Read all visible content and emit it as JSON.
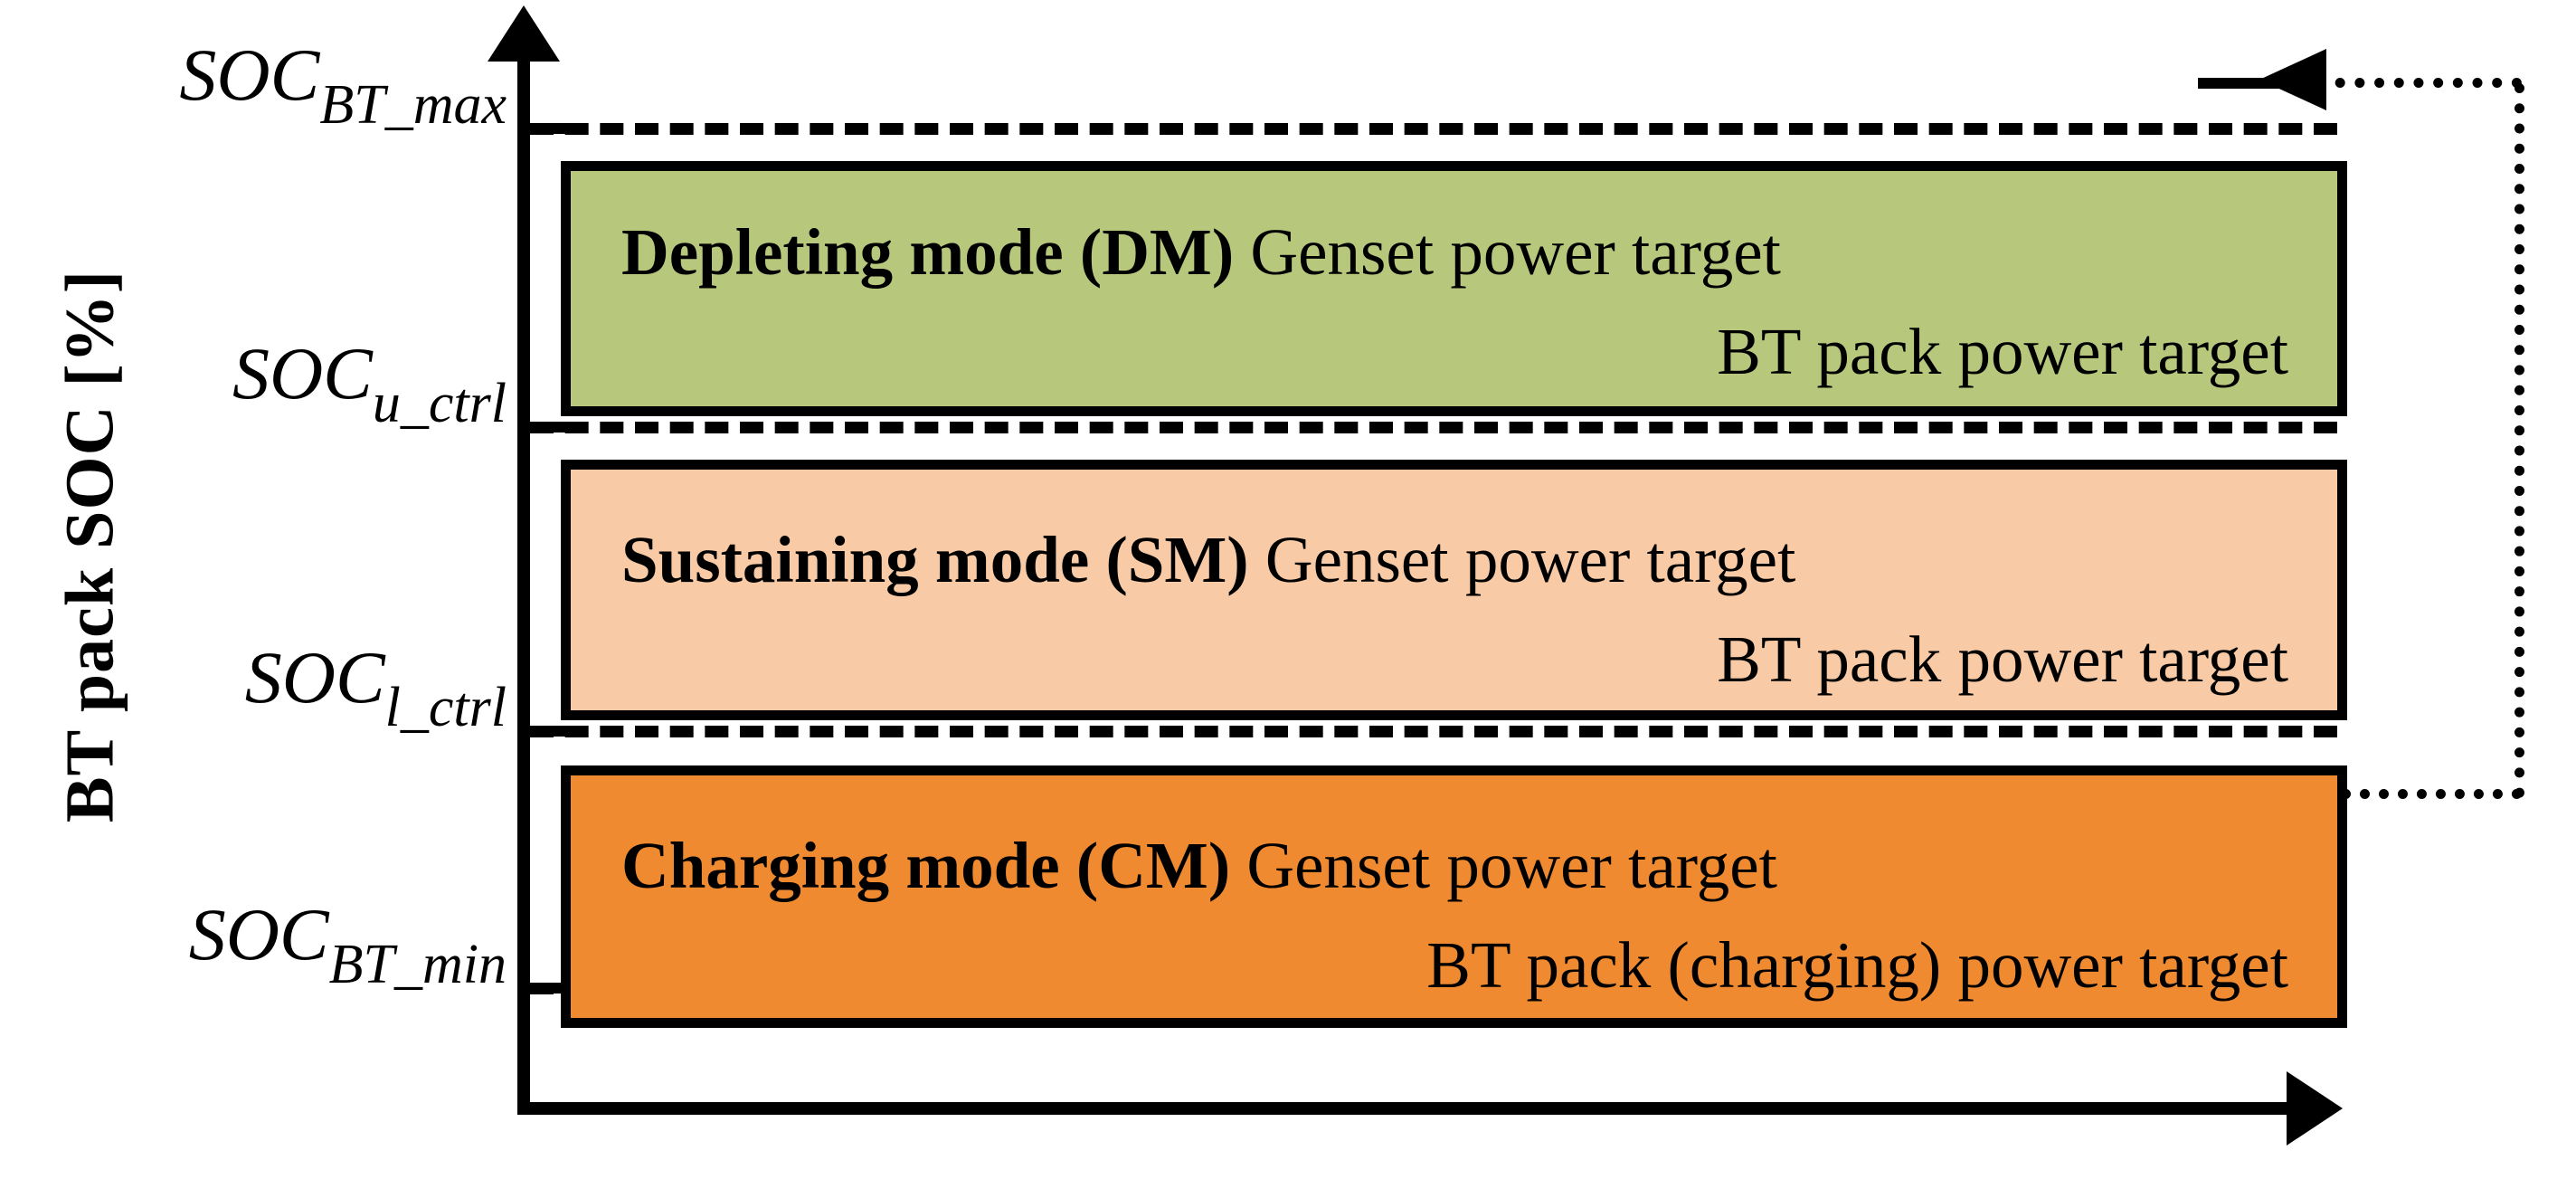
{
  "axes": {
    "y_label": "BT pack SOC [%]",
    "x_label": ""
  },
  "thresholds": [
    {
      "name": "soc-bt-max",
      "base": "SOC",
      "sub": "BT_max"
    },
    {
      "name": "soc-u-ctrl",
      "base": "SOC",
      "sub": "u_ctrl"
    },
    {
      "name": "soc-l-ctrl",
      "base": "SOC",
      "sub": "l_ctrl"
    },
    {
      "name": "soc-bt-min",
      "base": "SOC",
      "sub": "BT_min"
    }
  ],
  "modes": [
    {
      "id": "depleting-mode",
      "title": "Depleting mode (DM)",
      "line1_rest": " Genset power target",
      "line2": "BT pack power target",
      "color": "#b7c87d"
    },
    {
      "id": "sustaining-mode",
      "title": "Sustaining mode (SM)",
      "line1_rest": " Genset power target",
      "line2": "BT pack power target",
      "color": "#f8caa5"
    },
    {
      "id": "charging-mode",
      "title": "Charging mode (CM)",
      "line1_rest": " Genset power target",
      "line2": "BT pack (charging) power target",
      "color": "#ef8a31"
    }
  ],
  "feedback": {
    "name": "charging-to-max-feedback-loop",
    "style": "dotted",
    "description": ""
  },
  "chart_data": {
    "type": "diagram",
    "title": "",
    "ylabel": "BT pack SOC [%]",
    "xlabel": "",
    "categories": [
      "Depleting mode (DM)",
      "Sustaining mode (SM)",
      "Charging mode (CM)"
    ],
    "band_boundaries": [
      "SOC_BT_max",
      "SOC_u_ctrl",
      "SOC_l_ctrl",
      "SOC_BT_min"
    ],
    "grid": false,
    "legend": "none"
  }
}
